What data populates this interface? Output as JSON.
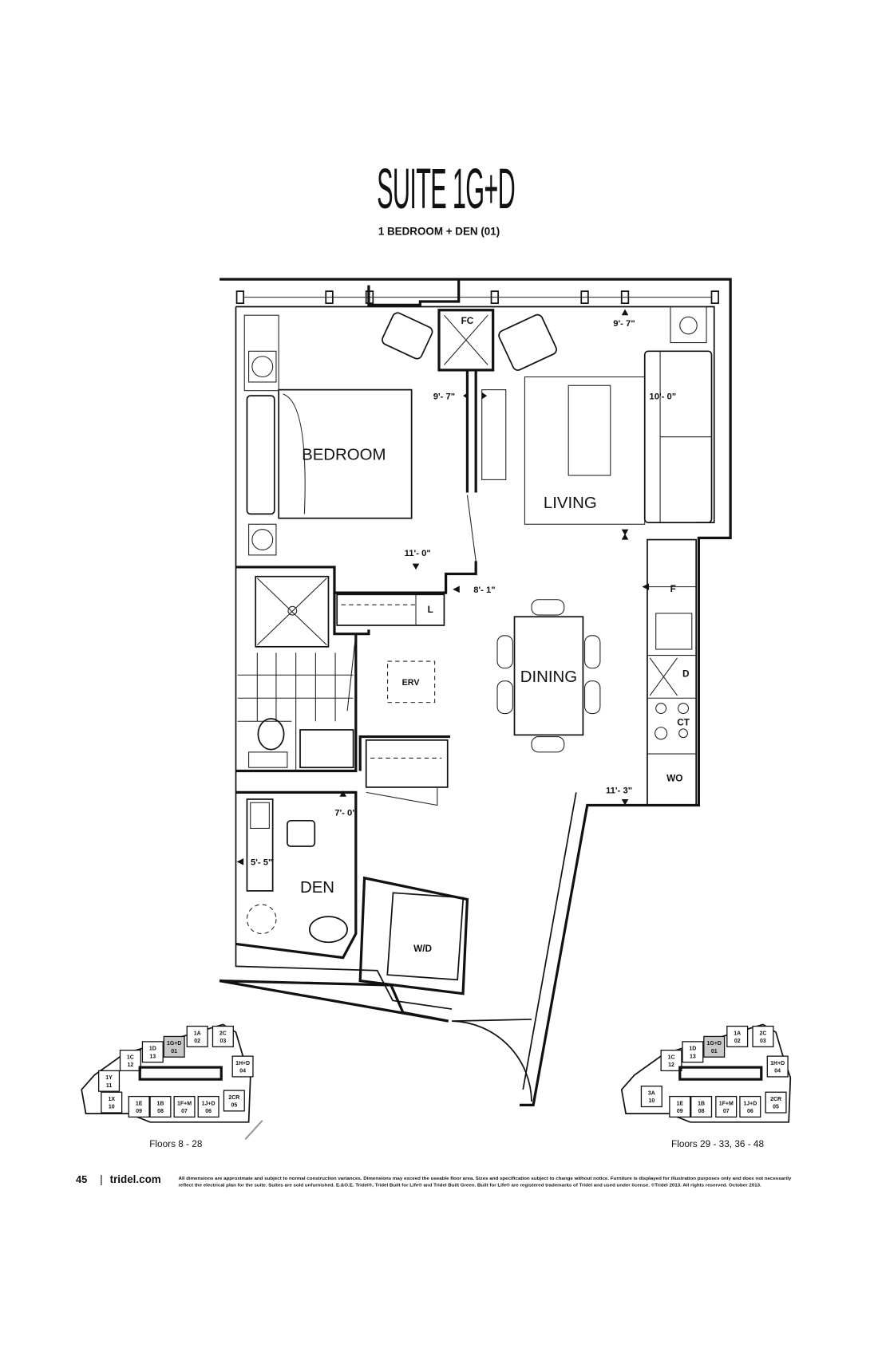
{
  "title": "SUITE 1G+D",
  "subtitle": "1 BEDROOM + DEN (01)",
  "rooms": {
    "bedroom": "BEDROOM",
    "living": "LIVING",
    "dining": "DINING",
    "den": "DEN"
  },
  "fixtures": {
    "fc": "FC",
    "erv": "ERV",
    "wd": "W/D",
    "f": "F",
    "d": "D",
    "ct": "CT",
    "wo": "WO",
    "l": "L"
  },
  "dimensions": {
    "living_width": "9'- 7\"",
    "bedroom_depth": "9'- 7\"",
    "living_depth": "10'- 0\"",
    "bedroom_width": "11'- 0\"",
    "dining_width": "8'- 1\"",
    "kitchen_depth": "11'- 3\"",
    "den_width": "7'- 0\"",
    "den_depth": "5'- 5\""
  },
  "keyplans": [
    {
      "caption": "Floors 8 - 28",
      "highlight": "1G+D",
      "units": [
        {
          "name": "1C",
          "num": "12"
        },
        {
          "name": "1D",
          "num": "13"
        },
        {
          "name": "1G+D",
          "num": "01"
        },
        {
          "name": "1A",
          "num": "02"
        },
        {
          "name": "2C",
          "num": "03"
        },
        {
          "name": "1H+D",
          "num": "04"
        },
        {
          "name": "1Y",
          "num": "11"
        },
        {
          "name": "1X",
          "num": "10"
        },
        {
          "name": "1E",
          "num": "09"
        },
        {
          "name": "1B",
          "num": "08"
        },
        {
          "name": "1F+M",
          "num": "07"
        },
        {
          "name": "1J+D",
          "num": "06"
        },
        {
          "name": "2CR",
          "num": "05"
        }
      ]
    },
    {
      "caption": "Floors 29 - 33, 36 - 48",
      "highlight": "1G+D",
      "units": [
        {
          "name": "1C",
          "num": "12"
        },
        {
          "name": "1D",
          "num": "13"
        },
        {
          "name": "1G+D",
          "num": "01"
        },
        {
          "name": "1A",
          "num": "02"
        },
        {
          "name": "2C",
          "num": "03"
        },
        {
          "name": "1H+D",
          "num": "04"
        },
        {
          "name": "3A",
          "num": "10"
        },
        {
          "name": "1E",
          "num": "09"
        },
        {
          "name": "1B",
          "num": "08"
        },
        {
          "name": "1F+M",
          "num": "07"
        },
        {
          "name": "1J+D",
          "num": "06"
        },
        {
          "name": "2CR",
          "num": "05"
        }
      ]
    }
  ],
  "footer": {
    "page_number": "45",
    "separator": "|",
    "website": "tridel.com",
    "disclaimer_line1": "All dimensions are approximate and subject to normal construction variances. Dimensions may exceed the useable floor area. Sizes and specification subject to change without notice. Furniture is displayed for illustration purposes only and does not necessarily",
    "disclaimer_line2": "reflect the electrical plan for the suite. Suites are sold unfurnished. E.&O.E. Tridel®, Tridel Built for Life® and Tridel Built Green. Built for Life® are registered trademarks of Tridel and used under license. ©Tridel 2013. All rights reserved. October 2013."
  },
  "colors": {
    "ink": "#111111",
    "highlight": "#c8c8c8"
  }
}
